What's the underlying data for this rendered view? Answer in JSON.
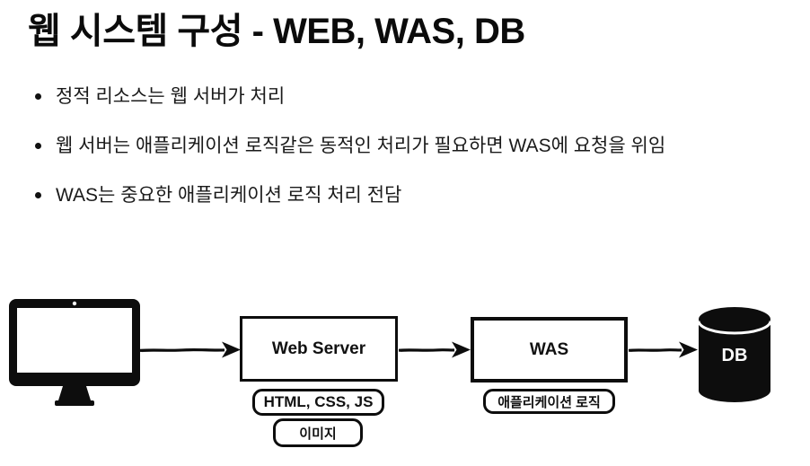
{
  "slide": {
    "title": "웹 시스템 구성 - WEB, WAS, DB",
    "bullets": [
      "정적 리소스는 웹 서버가 처리",
      "웹 서버는 애플리케이션 로직같은 동적인 처리가 필요하면 WAS에 요청을 위임",
      "WAS는 중요한 애플리케이션 로직 처리 전담"
    ]
  },
  "diagram": {
    "client_icon": "monitor-icon",
    "web_server": {
      "label": "Web Server",
      "tags": [
        "HTML, CSS, JS",
        "이미지"
      ]
    },
    "was": {
      "label": "WAS",
      "tags": [
        "애플리케이션 로직"
      ]
    },
    "db": {
      "label": "DB"
    },
    "flow": [
      "client",
      "web-server",
      "was",
      "db"
    ],
    "colors": {
      "ink": "#0d0d0d",
      "background": "#ffffff",
      "db_label_text": "#ffffff"
    }
  }
}
